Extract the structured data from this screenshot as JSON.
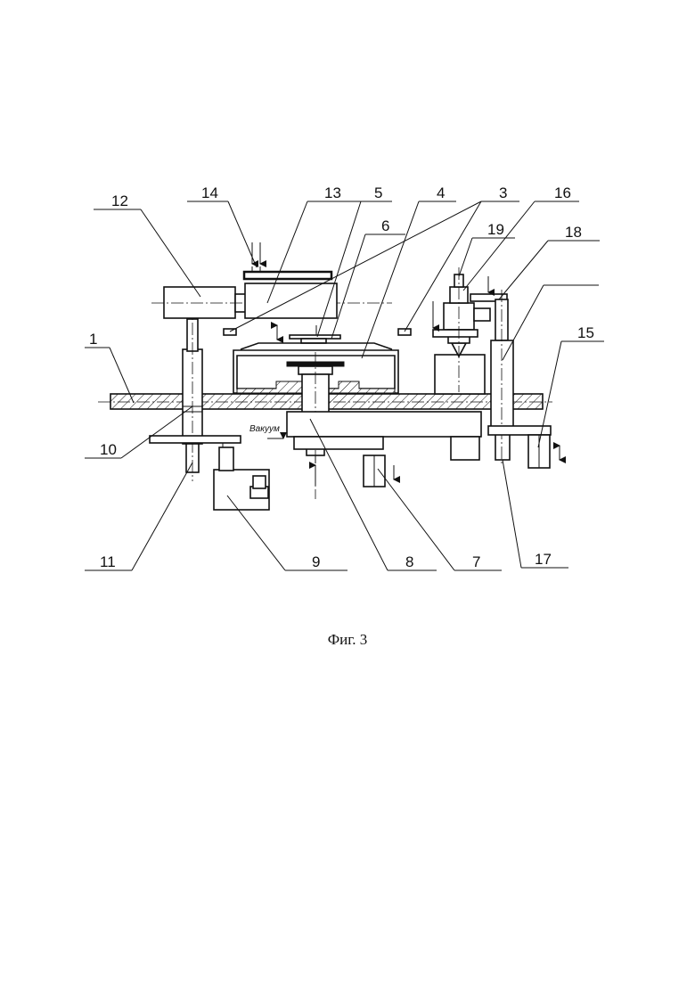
{
  "figure": {
    "caption": "Фиг. 3",
    "vacuum_label": "Вакуум",
    "labels": [
      "1",
      "3",
      "4",
      "5",
      "6",
      "7",
      "8",
      "9",
      "10",
      "11",
      "12",
      "13",
      "14",
      "15",
      "16",
      "17",
      "18",
      "19"
    ]
  }
}
